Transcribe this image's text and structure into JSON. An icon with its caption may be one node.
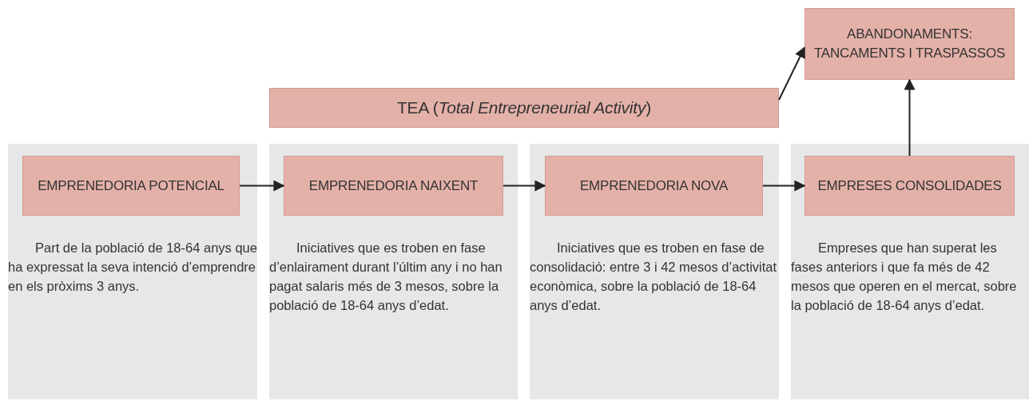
{
  "diagram": {
    "nodes": [
      {
        "text": [
          "ABANDONAMENTS: TANCAMENTS I TRASPASSOS"
        ]
      },
      {
        "text": [
          "TEA (*Total Entrepreneurial Activity*)"
        ]
      },
      {
        "text": [
          "Part de la població de 18-64 anys que ha expressat la seva intenció d’emprendre en els pròxims 3 anys."
        ]
      },
      {
        "text": [
          "EMPRENEDORIA POTENCIAL"
        ],
        "in": 2
      },
      {
        "text": [
          "Iniciatives que es troben en fase d’enlairament durant l’últim any i no han pagat salaris més de 3 mesos, sobre la població de 18-64 anys d’edat."
        ]
      },
      {
        "text": [
          "EMPRENEDORIA NAIXENT"
        ],
        "in": 4
      },
      {
        "text": [
          "Iniciatives que es troben en fase de consolidació: entre 3 i 42 mesos d’activitat econòmica, sobre la població de 18-64 anys d’edat."
        ]
      },
      {
        "text": [
          "EMPRENEDORIA NOVA"
        ],
        "in": 6
      },
      {
        "text": [
          "Empreses que han superat les fases anteriors i que fa més de 42 mesos que operen en el mercat, sobre la població de 18-64 anys d’edat."
        ]
      },
      {
        "text": [
          "EMPRESES CONSOLIDADES"
        ],
        "in": 8
      }
    ],
    "edges": [
      {
        "from": 3,
        "to": 5,
        "arrow": "to"
      },
      {
        "from": 5,
        "to": 7,
        "arrow": "to"
      },
      {
        "from": 7,
        "to": 9,
        "arrow": "to"
      },
      {
        "from": 9,
        "to": 0,
        "arrow": "to"
      },
      {
        "from": 1,
        "to": 0,
        "arrow": "to"
      }
    ]
  }
}
